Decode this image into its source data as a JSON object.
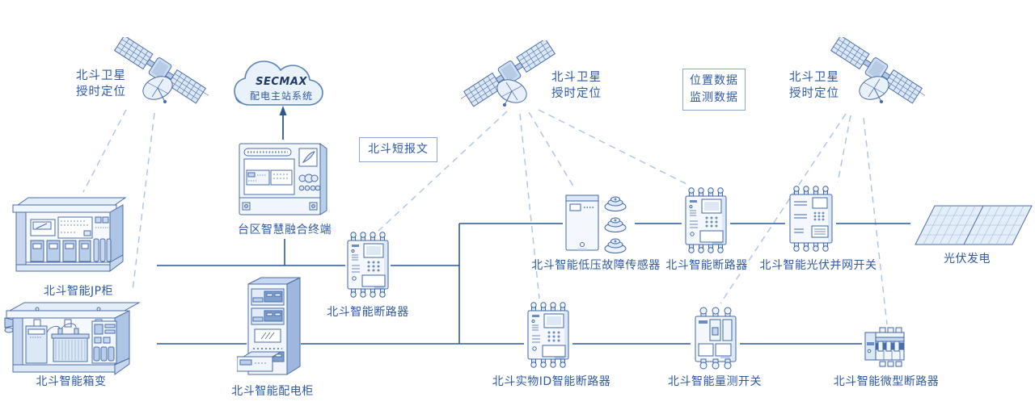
{
  "colors": {
    "accent_text": "#2E5AA0",
    "solid_line": "#2D5795",
    "dashed_line": "#AAC4E4",
    "device_outline": "#3F66A5"
  },
  "cloud": {
    "brand": "SECMAX",
    "system_name": "配电主站系统"
  },
  "satellites": {
    "left": {
      "line1": "北斗卫星",
      "line2": "授时定位"
    },
    "middle": {
      "line1": "北斗卫星",
      "line2": "授时定位"
    },
    "right": {
      "line1": "北斗卫星",
      "line2": "授时定位"
    }
  },
  "annotations": {
    "short_message": "北斗短报文",
    "data_line1": "位置数据",
    "data_line2": "监测数据"
  },
  "nodes": {
    "terminal": "台区智慧融合终端",
    "jp_cabinet": "北斗智能JP柜",
    "box_transformer": "北斗智能箱变",
    "distribution_cabinet": "北斗智能配电柜",
    "breaker_left": "北斗智能断路器",
    "fault_sensor": "北斗智能低压故障传感器",
    "breaker_right": "北斗智能断路器",
    "pv_grid_switch": "北斗智能光伏并网开关",
    "pv_generation": "光伏发电",
    "id_breaker": "北斗实物ID智能断路器",
    "measure_switch": "北斗智能量测开关",
    "mini_breaker": "北斗智能微型断路器"
  }
}
